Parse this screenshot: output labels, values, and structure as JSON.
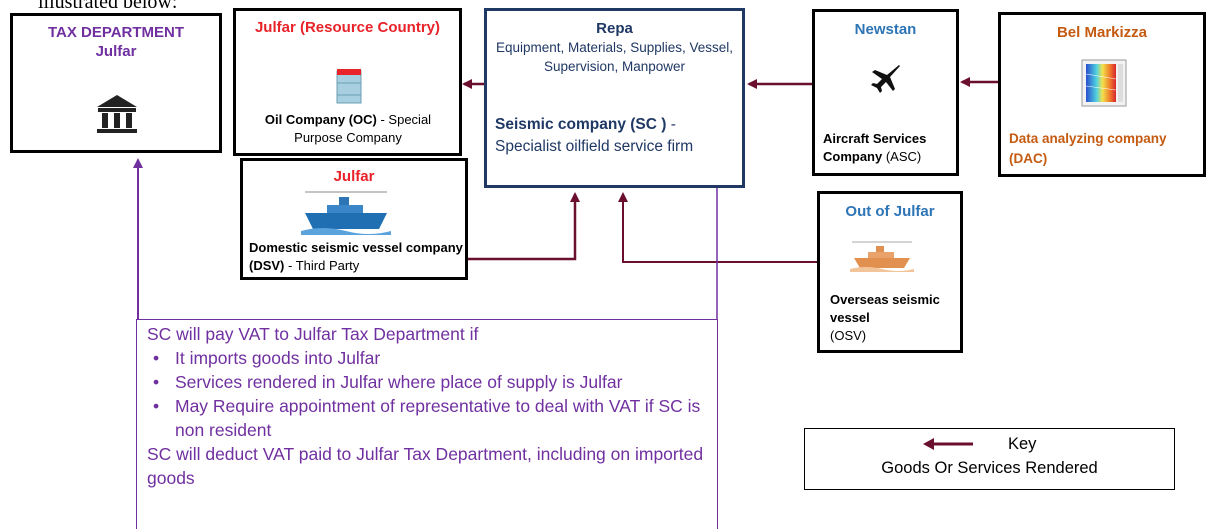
{
  "clipped_heading": "illustrated below:",
  "tax": {
    "line1": "TAX DEPARTMENT",
    "line2": "Julfar",
    "icon": "bank-building-icon"
  },
  "oc": {
    "title": "Julfar (Resource Country)",
    "name_bold": "Oil Company (OC)",
    "name_rest": " -  Special Purpose Company",
    "icon": "oil-drum-icon"
  },
  "dsv": {
    "title": "Julfar",
    "name_bold": "Domestic seismic vessel company (DSV)",
    "name_rest": " - Third Party",
    "icon": "ship-icon"
  },
  "repa": {
    "title": "Repa",
    "subtitle": "Equipment, Materials, Supplies, Vessel, Supervision, Manpower",
    "sc_bold": "Seismic company (SC )",
    "sc_rest": " - Specialist oilfield service firm"
  },
  "newstan": {
    "title": "Newstan",
    "name_bold": "Aircraft Services Company",
    "name_rest": " (ASC)",
    "icon": "airplane-icon"
  },
  "bel": {
    "title": "Bel Markizza",
    "name": "Data analyzing company (DAC)",
    "icon": "data-chart-icon"
  },
  "out": {
    "title": "Out of Julfar",
    "name_bold": "Overseas seismic vessel",
    "name_rest": "(OSV)",
    "icon": "ship-icon"
  },
  "vat": {
    "intro": "SC will pay VAT to Julfar Tax Department if",
    "bullets": [
      "It imports goods into Julfar",
      "Services rendered in Julfar where place of supply is Julfar",
      "May Require appointment of representative to deal with VAT if SC is non resident"
    ],
    "outro": "SC will deduct VAT paid to Julfar Tax Department, including on imported goods"
  },
  "key": {
    "title": "Key",
    "label": "Goods Or Services Rendered"
  },
  "colors": {
    "arrow": "#6b0f2e",
    "vat_purple": "#7030a0",
    "red": "#e8232a",
    "blue": "#2e75b6",
    "orange": "#c55a11",
    "navy": "#1f3864"
  }
}
